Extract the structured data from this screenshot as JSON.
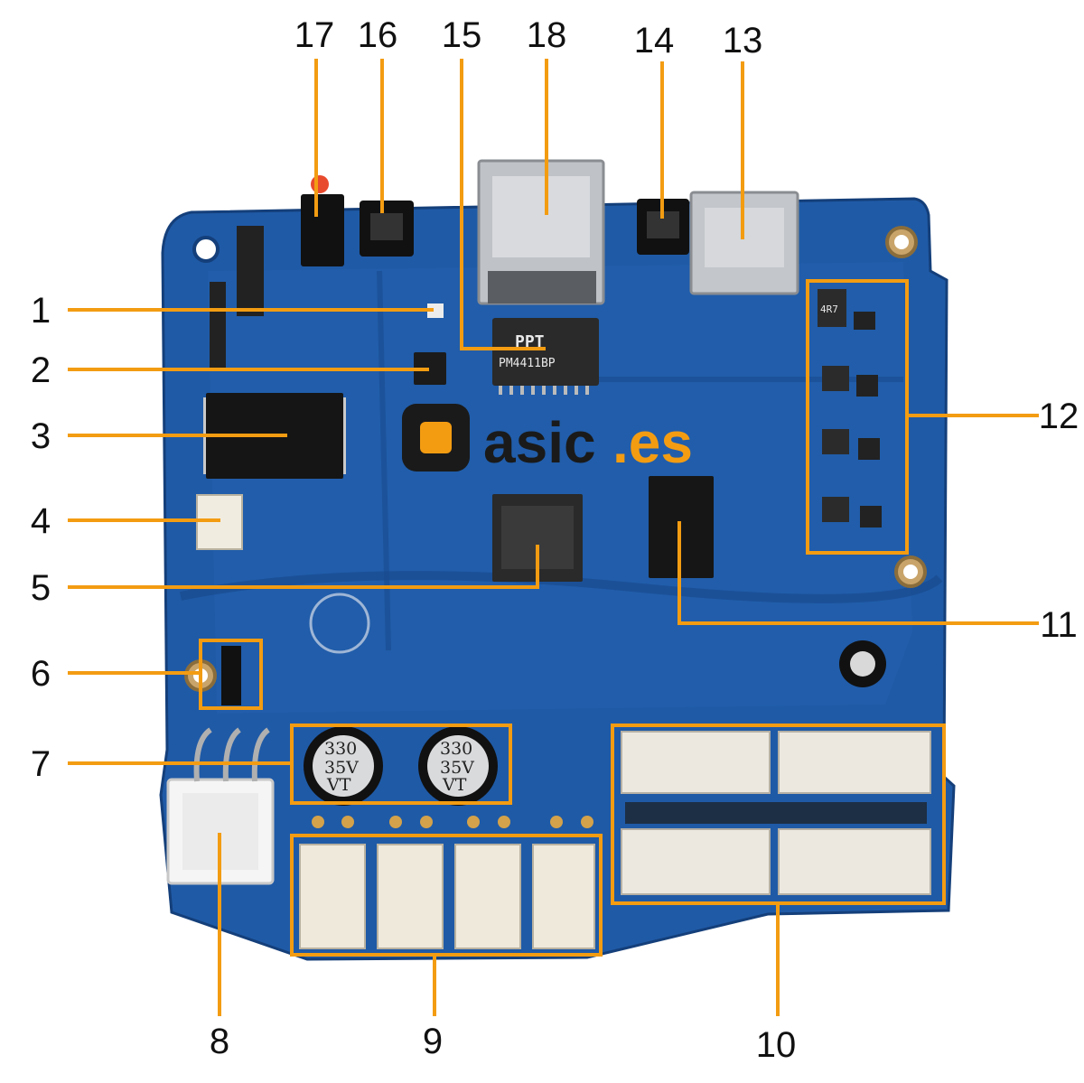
{
  "callouts": [
    {
      "id": "1",
      "label": "1"
    },
    {
      "id": "2",
      "label": "2"
    },
    {
      "id": "3",
      "label": "3"
    },
    {
      "id": "4",
      "label": "4"
    },
    {
      "id": "5",
      "label": "5"
    },
    {
      "id": "6",
      "label": "6"
    },
    {
      "id": "7",
      "label": "7"
    },
    {
      "id": "8",
      "label": "8"
    },
    {
      "id": "9",
      "label": "9"
    },
    {
      "id": "10",
      "label": "10"
    },
    {
      "id": "11",
      "label": "11"
    },
    {
      "id": "12",
      "label": "12"
    },
    {
      "id": "13",
      "label": "13"
    },
    {
      "id": "14",
      "label": "14"
    },
    {
      "id": "15",
      "label": "15"
    },
    {
      "id": "16",
      "label": "16"
    },
    {
      "id": "17",
      "label": "17"
    },
    {
      "id": "18",
      "label": "18"
    }
  ],
  "board_text": {
    "transformer_brand": "PPT",
    "transformer_model": "PM4411BP",
    "cap_line1": "330",
    "cap_line2": "35V",
    "cap_line3": "VT",
    "inductor_mark": "4R7"
  },
  "brand": {
    "name": "asic",
    "suffix": ".es"
  },
  "colors": {
    "callout": "#f39c12",
    "board": "#1f5aa6",
    "board_dark": "#17488a",
    "brand_orange": "#f39c12",
    "brand_dark": "#1a1a1a"
  }
}
